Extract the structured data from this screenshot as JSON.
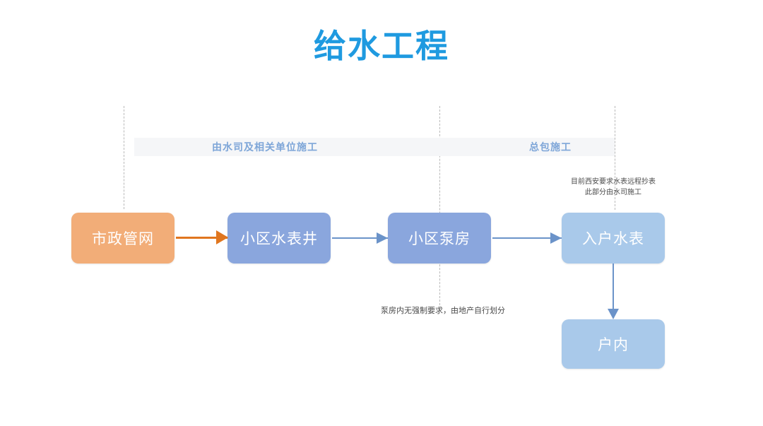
{
  "title": "给水工程",
  "phases": [
    {
      "id": "water-company",
      "label": "由水司及相关单位施工"
    },
    {
      "id": "general-contractor",
      "label": "总包施工"
    }
  ],
  "nodes": [
    {
      "id": "municipal-network",
      "label": "市政管网",
      "color": "#f2ad78"
    },
    {
      "id": "community-meter-well",
      "label": "小区水表井",
      "color": "#8aa6dd"
    },
    {
      "id": "community-pump-room",
      "label": "小区泵房",
      "color": "#8aa6dd"
    },
    {
      "id": "household-water-meter",
      "label": "入户水表",
      "color": "#a9c9ea"
    },
    {
      "id": "indoor",
      "label": "户内",
      "color": "#a9c9ea"
    }
  ],
  "annotations": {
    "household_meter_note_line1": "目前西安要求水表远程抄表",
    "household_meter_note_line2": "此部分由水司施工",
    "pump_room_note": "泵房内无强制要求，由地产自行划分"
  },
  "colors": {
    "title": "#1f9ae0",
    "phase_label": "#7ea6d8",
    "phase_band": "#f5f6f8",
    "orange_arrow": "#e0761f",
    "blue_arrow": "#6b93c9",
    "divider": "#b9b9b9"
  }
}
